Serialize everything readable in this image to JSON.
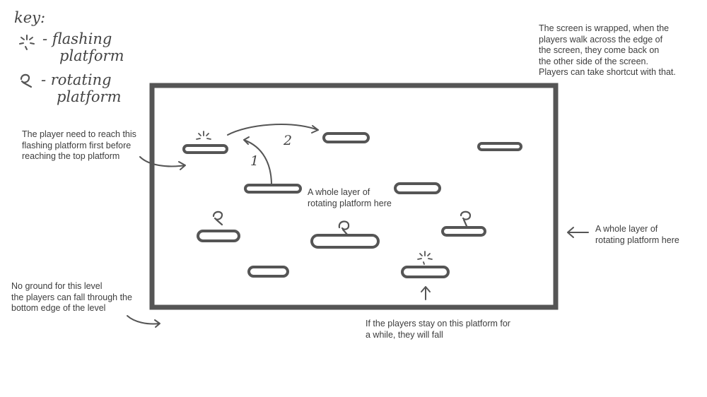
{
  "key": {
    "title": "key:",
    "flashing_line1": "- flashing",
    "flashing_line2": "platform",
    "rotating_line1": "- rotating",
    "rotating_line2": "platform"
  },
  "notes": {
    "wrap": "The screen is wrapped, when the\nplayers walk across the edge of\nthe screen, they come back on\nthe other side of the screen.\nPlayers can take shortcut with that.",
    "player_reach": "The player need to reach this\nflashing platform first before\nreaching the top platform",
    "rotating_inner": "A whole layer of\nrotating platform here",
    "rotating_outer": "A whole layer of\nrotating platform here",
    "no_ground": "No ground for this level\nthe players can fall through the\nbottom edge of the level",
    "fall": "If the players stay on this platform for\na while, they will fall"
  },
  "path_numbers": {
    "first": "1",
    "second": "2"
  },
  "platforms": [
    {
      "kind": "flashing"
    },
    {
      "kind": "normal"
    },
    {
      "kind": "normal"
    },
    {
      "kind": "normal"
    },
    {
      "kind": "normal"
    },
    {
      "kind": "rotating"
    },
    {
      "kind": "rotating"
    },
    {
      "kind": "rotating"
    },
    {
      "kind": "normal"
    },
    {
      "kind": "flashing"
    }
  ],
  "colors": {
    "ink": "#555555",
    "text": "#3d3d3d",
    "background": "#ffffff"
  }
}
